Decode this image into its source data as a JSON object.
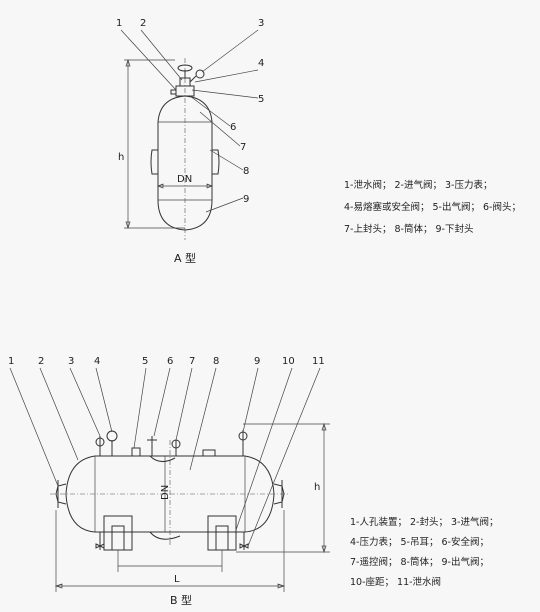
{
  "diagram_a": {
    "caption": "A 型",
    "callouts": [
      "1",
      "2",
      "3",
      "4",
      "5",
      "6",
      "7",
      "8",
      "9"
    ],
    "dim_dn": "DN",
    "dim_h": "h",
    "legend": [
      "1-泄水阀；  2-进气阀；  3-压力表；",
      "4-易熔塞或安全阀；  5-出气阀；  6-阀头；",
      "7-上封头；  8-筒体；  9-下封头"
    ]
  },
  "diagram_b": {
    "caption": "B 型",
    "callouts": [
      "1",
      "2",
      "3",
      "4",
      "5",
      "6",
      "7",
      "8",
      "9",
      "10",
      "11"
    ],
    "dim_dn": "DN",
    "dim_h": "h",
    "dim_l": "L",
    "legend": [
      "1-人孔装置；  2-封头；  3-进气阀；",
      "4-压力表；  5-吊耳；  6-安全阀；",
      "7-遥控阀；  8-筒体；  9-出气阀；",
      "10-座距；  11-泄水阀"
    ]
  }
}
